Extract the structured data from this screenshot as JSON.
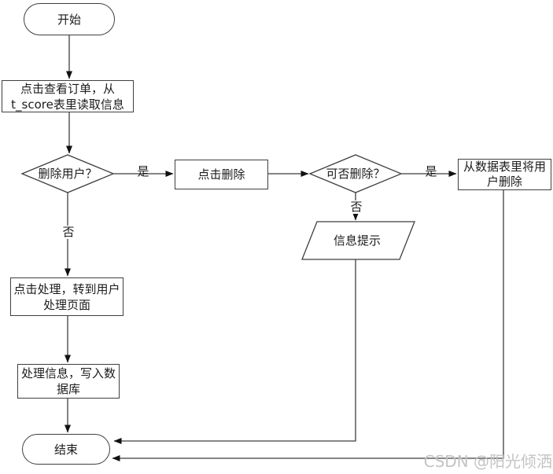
{
  "diagram": {
    "nodes": {
      "start": {
        "shape": "terminator",
        "label": "开始"
      },
      "read_order": {
        "shape": "process",
        "line1": "点击查看订单，从",
        "code": "t_score",
        "line2_rest": "表里读取信息"
      },
      "delete_user_q": {
        "shape": "decision",
        "label": "删除用户？"
      },
      "click_delete": {
        "shape": "process",
        "label": "点击删除"
      },
      "can_delete_q": {
        "shape": "decision",
        "label": "可否删除？"
      },
      "delete_from_table": {
        "shape": "process",
        "label": "从数据表里将用\n户删除"
      },
      "info_prompt": {
        "shape": "io",
        "label": "信息提示"
      },
      "click_process": {
        "shape": "process",
        "label": "点击处理，转到用户\n处理页面"
      },
      "write_db": {
        "shape": "process",
        "label": "处理信息，写入数\n据库"
      },
      "end": {
        "shape": "terminator",
        "label": "结束"
      }
    },
    "edge_labels": {
      "delete_user_yes": "是",
      "delete_user_no": "否",
      "can_delete_yes": "是",
      "can_delete_no": "否"
    }
  },
  "watermark": {
    "text": "CSDN @阳光倾洒"
  },
  "colors": {
    "line": "#3f3f3f",
    "arrowhead": "#111111",
    "text": "#1c1c1c",
    "watermark": "#c4c4c4",
    "background": "#ffffff"
  }
}
